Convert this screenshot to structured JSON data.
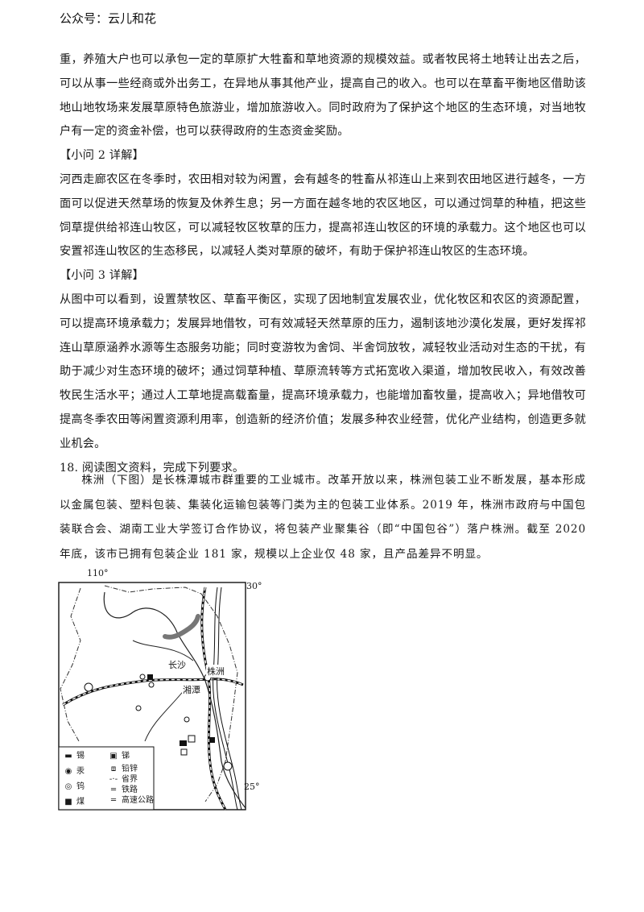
{
  "header": {
    "title": "公众号：云儿和花"
  },
  "paragraphs_top": [
    "重，养殖大户也可以承包一定的草原扩大牲畜和草地资源的规模效益。或者牧民将土地转让出去之后，可以从事一些经商或外出务工，在异地从事其他产业，提高自己的收入。也可以在草畜平衡地区借助该地山地牧场来发展草原特色旅游业，增加旅游收入。同时政府为了保护这个地区的生态环境，对当地牧户有一定的资金补偿，也可以获得政府的生态资金奖励。"
  ],
  "section2": {
    "title": "【小问 2 详解】",
    "text": "河西走廊农区在冬季时，农田相对较为闲置，会有越冬的牲畜从祁连山上来到农田地区进行越冬，一方面可以促进天然草场的恢复及休养生息；另一方面在越冬地的农区地区，可以通过饲草的种植，把这些饲草提供给祁连山牧区，可以减轻牧区牧草的压力，提高祁连山牧区的环境的承载力。这个地区也可以安置祁连山牧区的生态移民，以减轻人类对草原的破坏，有助于保护祁连山牧区的生态环境。"
  },
  "section3": {
    "title": "【小问 3 详解】",
    "text": "从图中可以看到，设置禁牧区、草畜平衡区，实现了因地制宜发展农业，优化牧区和农区的资源配置，可以提高环境承载力；发展异地借牧，可有效减轻天然草原的压力，遏制该地沙漠化发展，更好发挥祁连山草原涵养水源等生态服务功能；同时变游牧为舍饲、半舍饲放牧，减轻牧业活动对生态的干扰，有助于减少对生态环境的破坏；通过饲草种植、草原流转等方式拓宽收入渠道，增加牧民收入，有效改善牧民生活水平；通过人工草地提高载畜量，提高环境承载力，也能增加畜牧量，提高收入；异地借牧可提高冬季农田等闲置资源利用率，创造新的经济价值；发展多种农业经营，优化产业结构，创造更多就业机会。"
  },
  "question18": {
    "stem": "18. 阅读图文资料，完成下列要求。",
    "material": "株洲（下图）是长株潭城市群重要的工业城市。改革开放以来，株洲包装工业不断发展，基本形成以金属包装、塑料包装、集装化运输包装等门类为主的包装工业体系。2019 年，株洲市政府与中国包装联合会、湖南工业大学签订合作协议，将包装产业聚集谷（即“中国包谷”）落户株洲。截至 2020 年底，该市已拥有包装企业 181 家，规模以上企业仅 48 家，且产品差异不明显。"
  },
  "map": {
    "lon_label": "110°",
    "lat_top_label": "30°",
    "lat_bottom_label": "25°",
    "cities": {
      "changsha": "长沙",
      "zhuzhou": "株洲",
      "xiangtan": "湘潭"
    },
    "legend": [
      {
        "icon": "tin-icon",
        "label": "锡"
      },
      {
        "icon": "antimony-icon",
        "label": "锑"
      },
      {
        "icon": "mercury-icon",
        "label": "汞"
      },
      {
        "icon": "lead-zinc-icon",
        "label": "铅锌"
      },
      {
        "icon": "tungsten-icon",
        "label": "钨"
      },
      {
        "icon": "province-border-icon",
        "label": "省界"
      },
      {
        "icon": "railway-icon",
        "label": "铁路"
      },
      {
        "icon": "coal-icon",
        "label": "煤"
      },
      {
        "icon": "expressway-icon",
        "label": "高速公路"
      }
    ]
  }
}
